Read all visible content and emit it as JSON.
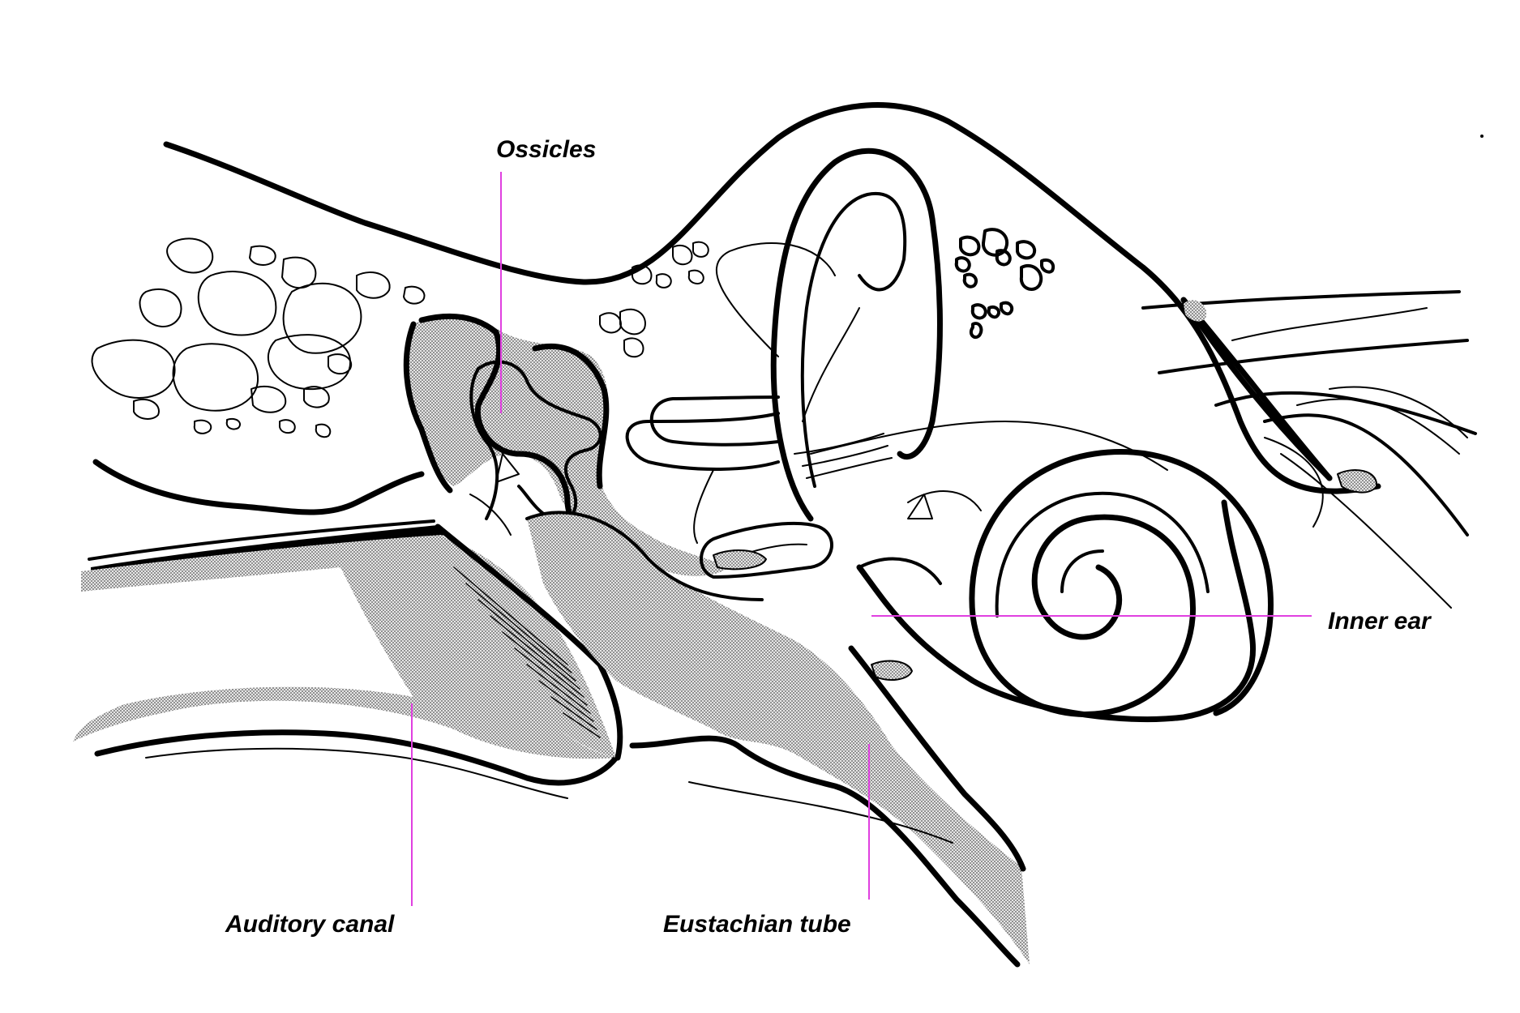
{
  "labels": {
    "ossicles": "Ossicles",
    "inner_ear": "Inner ear",
    "auditory_canal": "Auditory canal",
    "eustachian_tube": "Eustachian tube"
  },
  "colors": {
    "leader_line": "#e040e0",
    "ink": "#000000",
    "stipple": "#9a9a9a"
  }
}
